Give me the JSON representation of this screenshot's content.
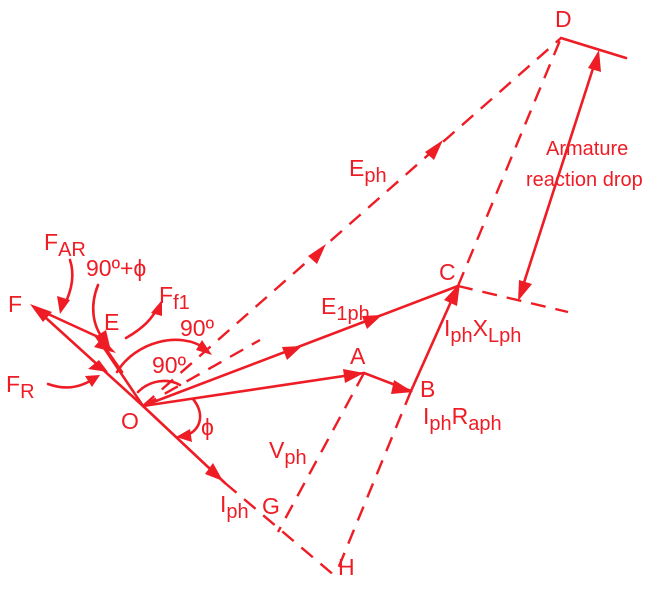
{
  "colors": {
    "stroke": "#ee1c25",
    "background": "#ffffff"
  },
  "points": {
    "O": "O",
    "A": "A",
    "B": "B",
    "C": "C",
    "D": "D",
    "E": "E",
    "F": "F",
    "G": "G",
    "H": "H"
  },
  "labels": {
    "F_AR": {
      "main": "F",
      "sub": "AR"
    },
    "F_R": {
      "main": "F",
      "sub": "R"
    },
    "F_f1": {
      "main": "F",
      "sub": "f1"
    },
    "E_ph": {
      "main": "E",
      "sub": "ph"
    },
    "E_1ph": {
      "main": "E",
      "sub": "1ph"
    },
    "V_ph": {
      "main": "V",
      "sub": "ph"
    },
    "I_ph": {
      "main": "I",
      "sub": "ph"
    },
    "IX": {
      "main1": "I",
      "sub1": "ph",
      "main2": "X",
      "sub2": "Lph"
    },
    "IR": {
      "main1": "I",
      "sub1": "ph",
      "main2": "R",
      "sub2": "aph"
    }
  },
  "angles": {
    "ninety_plus_phi": "90º+ϕ",
    "ninety_a": "90º",
    "ninety_b": "90º",
    "phi": "ϕ"
  },
  "annotation": {
    "line1": "Armature",
    "line2": "reaction drop"
  }
}
